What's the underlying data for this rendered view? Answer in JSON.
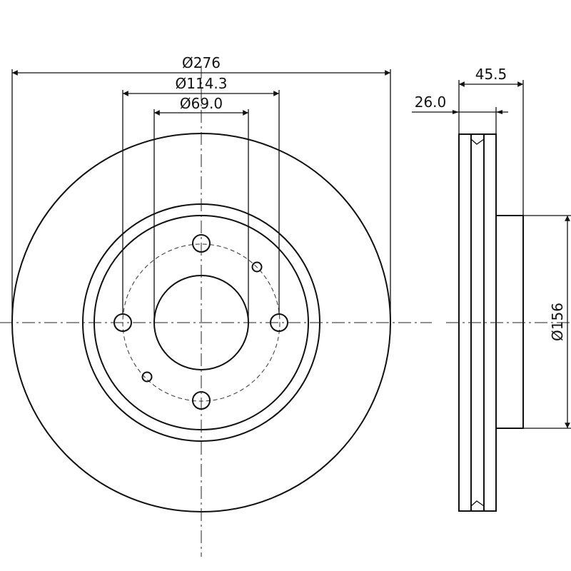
{
  "dimensions": {
    "outer_diameter": "Ø276",
    "pcd": "Ø114.3",
    "center_bore": "Ø69.0",
    "total_height": "45.5",
    "thickness": "26.0",
    "hat_diameter": "Ø156"
  }
}
